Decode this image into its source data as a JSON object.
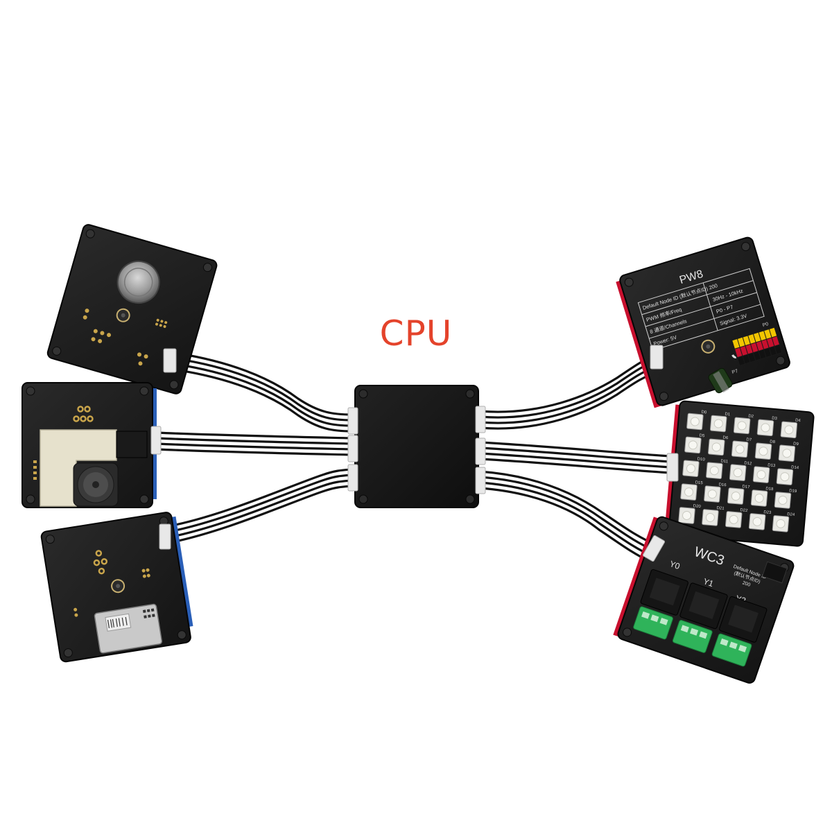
{
  "caption": {
    "cpu_label": "CPU"
  },
  "modules": {
    "pw8": {
      "title": "PW8",
      "rows": [
        {
          "left": "Default Node ID (默认节点ID)",
          "right": "200"
        },
        {
          "left": "PWM 频率/Freq",
          "right": "30Hz - 10kHz"
        },
        {
          "left": "8 通道/Channels",
          "right": "P0 - P7"
        },
        {
          "left": "Power: 5V",
          "right": "Signal: 3.3V"
        }
      ],
      "pin_start": "P7",
      "pin_end": "P0",
      "logo": "JL"
    },
    "led_matrix": {
      "labels": [
        "D0",
        "D1",
        "D2",
        "D3",
        "D4",
        "D5",
        "D6",
        "D7",
        "D8",
        "D9",
        "D10",
        "D11",
        "D12",
        "D13",
        "D14",
        "D15",
        "D16",
        "D17",
        "D18",
        "D19",
        "D20",
        "D21",
        "D22",
        "D23",
        "D24"
      ]
    },
    "wc3": {
      "title": "WC3",
      "channels": [
        "Y0",
        "Y1",
        "Y2"
      ],
      "node_label": "Default Node ID",
      "node_label_cn": "(默认节点ID)",
      "node_value": "200"
    }
  },
  "colors": {
    "board": "#1e1e1e",
    "cable": "#121212",
    "accent_red": "#e4432b",
    "header_red": "#c8102e",
    "header_blue": "#2a5fb8",
    "terminal_green": "#2fb35a"
  }
}
